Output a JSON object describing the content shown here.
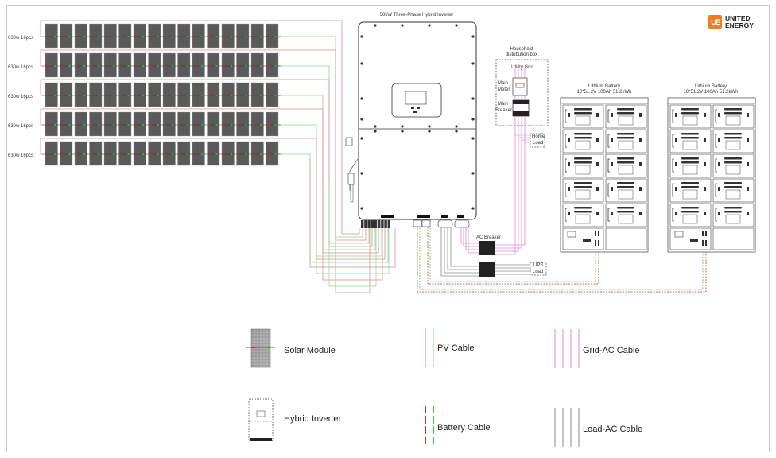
{
  "brand": {
    "logo_mark": "UE",
    "name_line1": "UNITED",
    "name_line2": "ENERGY",
    "accent_color": "#f07d1e"
  },
  "solar_array": {
    "strings": [
      {
        "label": "630w 16pcs",
        "modules": 16
      },
      {
        "label": "630w 16pcs",
        "modules": 16
      },
      {
        "label": "630w 16pcs",
        "modules": 16
      },
      {
        "label": "630w 16pcs",
        "modules": 16
      },
      {
        "label": "630w 16pcs",
        "modules": 16
      }
    ]
  },
  "inverter": {
    "title": "50kW Three-Phase Hybrid Inverter"
  },
  "distribution_box": {
    "title_line1": "Household",
    "title_line2": "distribution box",
    "utility_grid": "Utility Grid",
    "main_meter_line1": "Main",
    "main_meter_line2": "Meter",
    "main_breaker_line1": "Main",
    "main_breaker_line2": "Breaker",
    "home_load_line1": "Home",
    "home_load_line2": "Load"
  },
  "ac_breaker": {
    "label": "AC Breaker",
    "ups_load_line1": "UPS",
    "ups_load_line2": "Load"
  },
  "batteries": [
    {
      "title": "Lithium Battery",
      "spec": "10*51.2V 100Ah 51.2kWh",
      "modules": 10
    },
    {
      "title": "Lithium Battery",
      "spec": "10*51.2V 100Ah 51.2kWh",
      "modules": 10
    }
  ],
  "legend": {
    "solar_module": "Solar Module",
    "hybrid_inverter": "Hybrid Inverter",
    "pv_cable": "PV Cable",
    "battery_cable": "Battery Cable",
    "grid_ac_cable": "Grid-AC Cable",
    "load_ac_cable": "Load-AC Cable"
  },
  "colors": {
    "pv_positive": "#d98a8a",
    "pv_negative": "#8fd68f",
    "battery_positive": "#c0392b",
    "battery_negative": "#3ccf3c",
    "grid_ac": "#d98ad0",
    "load_ac": "#8a8a8a",
    "module_fill": "#5a5a5a"
  }
}
